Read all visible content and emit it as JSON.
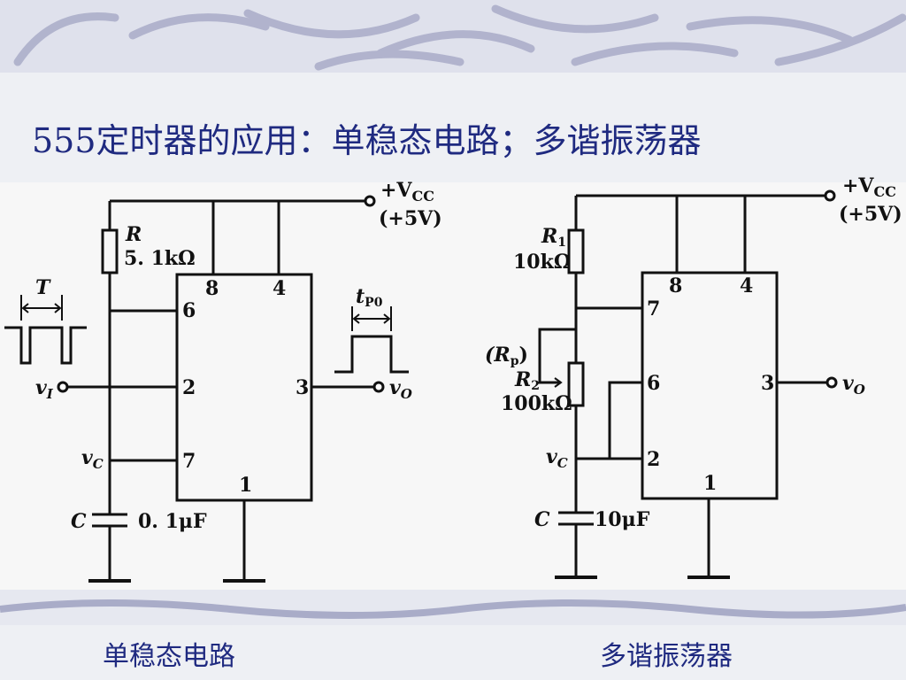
{
  "title": "555定时器的应用：单稳态电路；多谐振荡器",
  "captions": {
    "left": "单稳态电路",
    "right": "多谐振荡器"
  },
  "monostable": {
    "vcc_line1": "+V",
    "vcc_sub": "CC",
    "vcc_line2": "(+5V)",
    "r_name": "R",
    "r_value": "5. 1kΩ",
    "c_name": "C",
    "c_value": "0. 1μF",
    "vi": "v",
    "vi_sub": "I",
    "vo": "v",
    "vo_sub": "O",
    "vc": "v",
    "vc_sub": "C",
    "period": "T",
    "tpo": "t",
    "tpo_sub": "P0",
    "pins": {
      "p8": "8",
      "p4": "4",
      "p6": "6",
      "p2": "2",
      "p7": "7",
      "p3": "3",
      "p1": "1"
    }
  },
  "astable": {
    "vcc_line1": "+V",
    "vcc_sub": "CC",
    "vcc_line2": "(+5V)",
    "r1_name": "R",
    "r1_sub": "1",
    "r1_value": "10kΩ",
    "rp_open": "(R",
    "rp_sub": "p",
    "rp_close": ")",
    "r2_name": "R",
    "r2_sub": "2",
    "r2_value": "100kΩ",
    "c_name": "C",
    "c_value": "10μF",
    "vo": "v",
    "vo_sub": "O",
    "vc": "v",
    "vc_sub": "C",
    "pins": {
      "p8": "8",
      "p4": "4",
      "p7": "7",
      "p6": "6",
      "p3": "3",
      "p2": "2",
      "p1": "1"
    }
  },
  "colors": {
    "title": "#1f2a80",
    "wire": "#111111",
    "decor": "#a9acc8"
  }
}
